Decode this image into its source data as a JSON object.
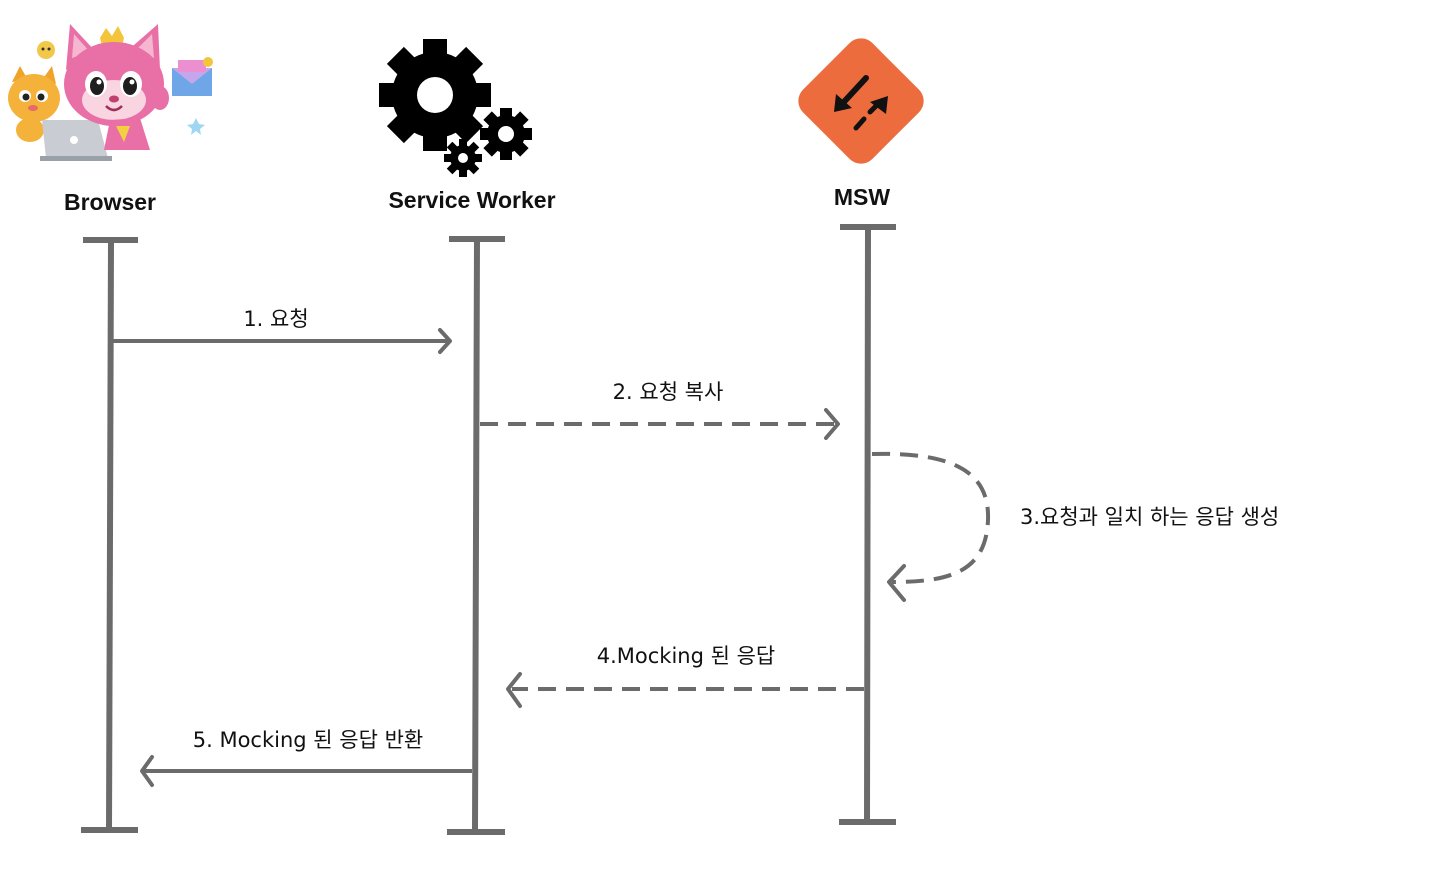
{
  "actors": [
    {
      "id": "browser",
      "label": "Browser",
      "icon": "pinkfong-characters-icon"
    },
    {
      "id": "service-worker",
      "label": "Service Worker",
      "icon": "gears-icon"
    },
    {
      "id": "msw",
      "label": "MSW",
      "icon": "msw-logo-icon"
    }
  ],
  "messages": [
    {
      "label": "1. 요청",
      "from": "browser",
      "to": "service-worker",
      "style": "solid"
    },
    {
      "label": "2. 요청 복사",
      "from": "service-worker",
      "to": "msw",
      "style": "dashed"
    },
    {
      "label": "3.요청과 일치 하는 응답 생성",
      "from": "msw",
      "to": "msw",
      "style": "dashed"
    },
    {
      "label": "4.Mocking 된 응답",
      "from": "msw",
      "to": "service-worker",
      "style": "dashed"
    },
    {
      "label": "5. Mocking 된 응답 반환",
      "from": "service-worker",
      "to": "browser",
      "style": "solid"
    }
  ],
  "colors": {
    "lifeline": "#6b6b6b",
    "msw_logo": "#ec6c3e",
    "pinkfong": "#e96fa7"
  }
}
